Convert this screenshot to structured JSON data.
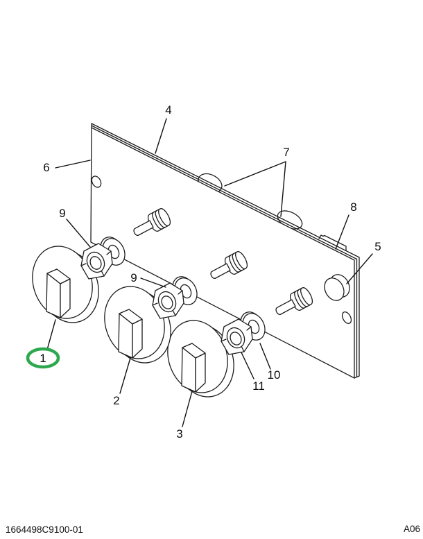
{
  "footer": {
    "part_number": "1664498C9100-01",
    "page_code": "A06"
  },
  "highlight_color": "#2EA84E",
  "callouts": [
    {
      "id": "1",
      "label": "1",
      "circled": true,
      "points_to": "knob-1"
    },
    {
      "id": "2",
      "label": "2",
      "circled": false,
      "points_to": "knob-2"
    },
    {
      "id": "3",
      "label": "3",
      "circled": false,
      "points_to": "knob-3"
    },
    {
      "id": "4",
      "label": "4",
      "circled": false,
      "points_to": "panel-top-edge"
    },
    {
      "id": "5",
      "label": "5",
      "circled": false,
      "points_to": "button"
    },
    {
      "id": "6",
      "label": "6",
      "circled": false,
      "points_to": "panel"
    },
    {
      "id": "7",
      "label": "7",
      "circled": false,
      "points_to": "edge-bosses"
    },
    {
      "id": "8",
      "label": "8",
      "circled": false,
      "points_to": "edge-tab"
    },
    {
      "id": "9a",
      "label": "9",
      "circled": false,
      "points_to": "nut-1"
    },
    {
      "id": "9b",
      "label": "9",
      "circled": false,
      "points_to": "nut-2"
    },
    {
      "id": "10",
      "label": "10",
      "circled": false,
      "points_to": "washer-3"
    },
    {
      "id": "11",
      "label": "11",
      "circled": false,
      "points_to": "nut-3"
    }
  ]
}
